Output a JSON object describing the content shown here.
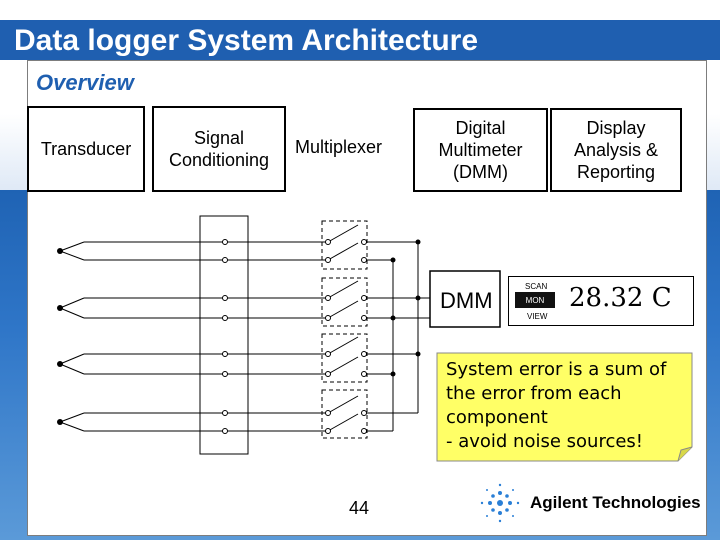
{
  "title": "Data logger System Architecture",
  "subtitle": "Overview",
  "blocks": {
    "transducer": "Transducer",
    "signal_conditioning": "Signal\nConditioning",
    "multiplexer": "Multiplexer",
    "dmm": "Digital\nMultimeter\n(DMM)",
    "display": "Display\nAnalysis &\nReporting"
  },
  "dmm_label": "DMM",
  "display_panel": {
    "scan": "SCAN",
    "mon": "MON",
    "view": "VIEW",
    "reading": "28.32 C"
  },
  "note": "System error is a sum of\nthe error from each\ncomponent\n - avoid noise sources!",
  "page_number": "44",
  "logo_text": "Agilent Technologies",
  "colors": {
    "title_band": "#1f5fb0",
    "background": "#2f76c8",
    "note_fill": "#ffff66"
  }
}
